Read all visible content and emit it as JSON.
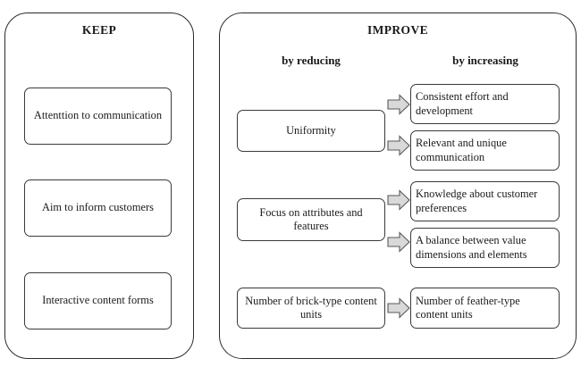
{
  "diagram": {
    "panels": [
      {
        "title": "KEEP",
        "boxes": [
          "Attenttion to communication",
          "Aim to inform customers",
          "Interactive content forms"
        ]
      },
      {
        "title": "IMPROVE",
        "columns": [
          {
            "heading": "by reducing"
          },
          {
            "heading": "by increasing"
          }
        ],
        "rows": [
          {
            "reduce": "Uniformity",
            "increase": [
              "Consistent effort and development",
              "Relevant and unique communication"
            ]
          },
          {
            "reduce": "Focus on attributes and features",
            "increase": [
              "Knowledge about customer preferences",
              "A balance between value dimensions and elements"
            ]
          },
          {
            "reduce": "Number of brick-type content units",
            "increase": [
              "Number of feather-type content units"
            ]
          }
        ]
      }
    ],
    "arrow_icon": "right-block-arrow-icon",
    "colors": {
      "background": "#ffffff",
      "stroke": "#2b2b2b",
      "box_stroke": "#3a3a3a",
      "arrow_fill": "#d9d9d9",
      "arrow_stroke": "#595959",
      "text": "#1a1a1a"
    }
  }
}
